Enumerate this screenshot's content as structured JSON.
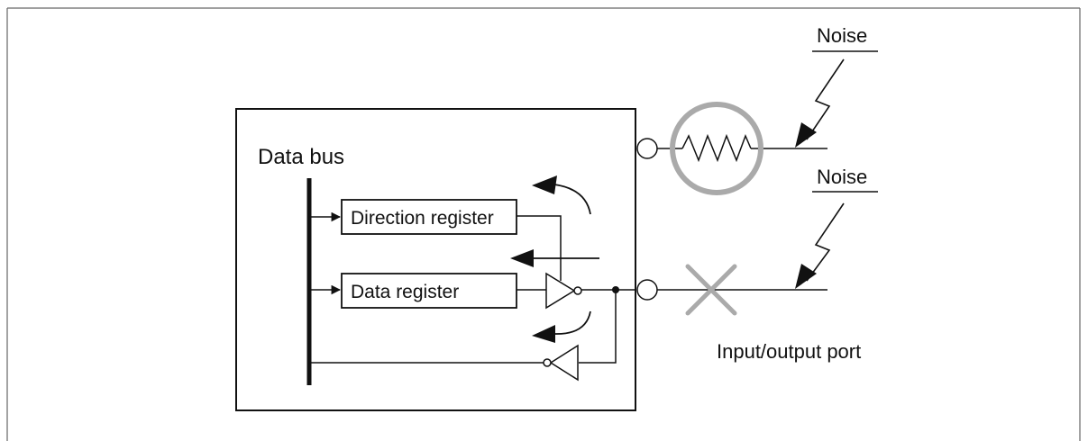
{
  "labels": {
    "data_bus": "Data bus",
    "direction_register": "Direction register",
    "data_register": "Data register",
    "noise_top": "Noise",
    "noise_bottom": "Noise",
    "io_port": "Input/output port"
  },
  "colors": {
    "line": "#111111",
    "highlight": "#aaaaaa"
  }
}
